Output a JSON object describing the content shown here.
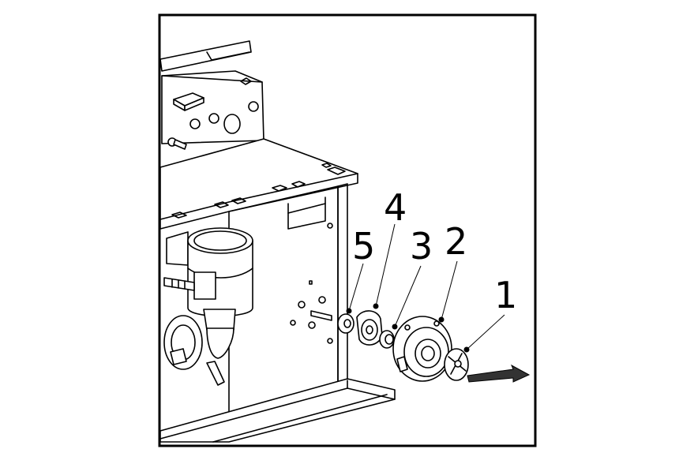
{
  "callouts": [
    {
      "label": "1"
    },
    {
      "label": "2"
    },
    {
      "label": "3"
    },
    {
      "label": "4"
    },
    {
      "label": "5"
    }
  ],
  "arrow": {
    "direction": "right"
  }
}
